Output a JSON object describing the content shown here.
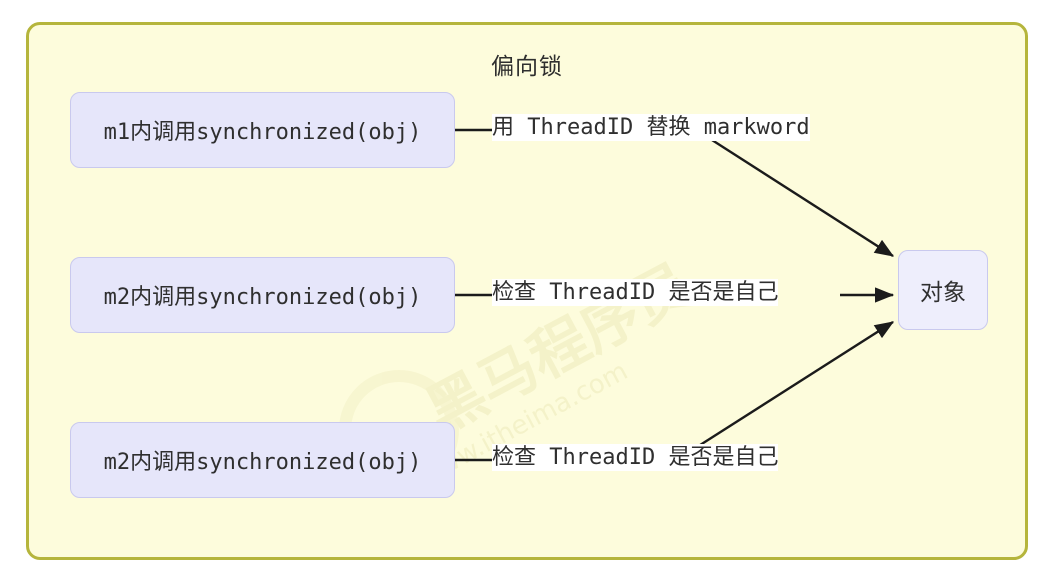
{
  "diagram": {
    "title": "偏向锁",
    "type": "flow-diagram",
    "container": {
      "fill_color": "#fdfcdc",
      "border_color": "#b5b53c"
    },
    "nodes": [
      {
        "id": "m1",
        "label": "m1内调用synchronized(obj)",
        "fill_color": "#e6e6fa"
      },
      {
        "id": "m2a",
        "label": "m2内调用synchronized(obj)",
        "fill_color": "#e6e6fa"
      },
      {
        "id": "m2b",
        "label": "m2内调用synchronized(obj)",
        "fill_color": "#e6e6fa"
      },
      {
        "id": "obj",
        "label": "对象",
        "fill_color": "#eeeefc"
      }
    ],
    "edges": [
      {
        "from": "m1",
        "to": "obj",
        "label": "用 ThreadID 替换 markword",
        "arrow": true
      },
      {
        "from": "m2a",
        "to": "obj",
        "label": "检查 ThreadID 是否是自己",
        "arrow": true
      },
      {
        "from": "m2b",
        "to": "obj",
        "label": "检查 ThreadID 是否是自己",
        "arrow": true
      }
    ]
  },
  "watermark": {
    "brand": "黑马程序员",
    "url": "www.itheima.com"
  }
}
